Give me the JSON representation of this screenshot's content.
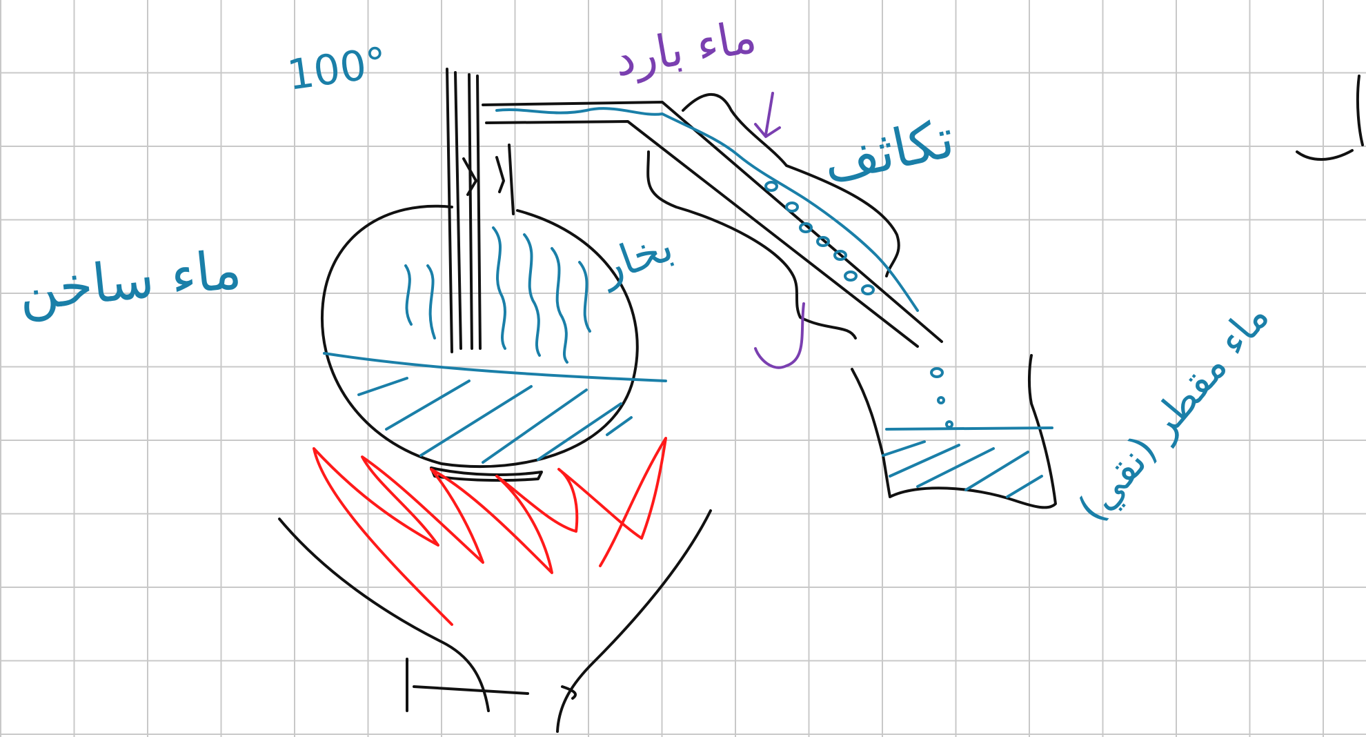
{
  "canvas": {
    "background": "#ffffff",
    "grid_color": "#c8c8c8"
  },
  "colors": {
    "apparatus": "#111111",
    "water_and_vapor": "#1a7fa8",
    "cold_water_annotation": "#7a3fb0",
    "flame": "#ff1a1a"
  },
  "labels": {
    "temperature": "100°",
    "hot_water": "ماء ساخن",
    "vapor": "بخار",
    "cold_water": "ماء بارد",
    "condensation": "تكاثف",
    "distilled_water": "ماء مقطر (نقي)"
  }
}
